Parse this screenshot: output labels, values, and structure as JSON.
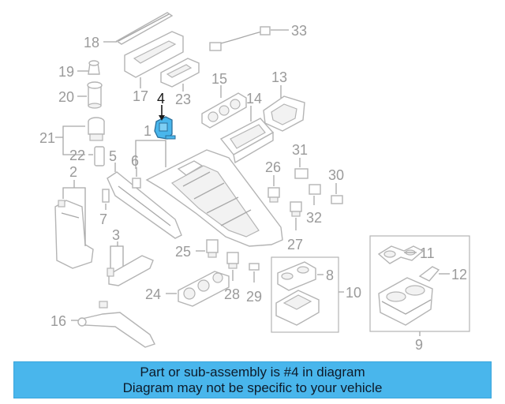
{
  "callouts": {
    "c1": "1",
    "c2": "2",
    "c3": "3",
    "c4": "4",
    "c5": "5",
    "c6": "6",
    "c7": "7",
    "c8": "8",
    "c9": "9",
    "c10": "10",
    "c11": "11",
    "c12": "12",
    "c13": "13",
    "c14": "14",
    "c15": "15",
    "c16": "16",
    "c17": "17",
    "c18": "18",
    "c19": "19",
    "c20": "20",
    "c21": "21",
    "c22": "22",
    "c23": "23",
    "c24": "24",
    "c25": "25",
    "c26": "26",
    "c27": "27",
    "c28": "28",
    "c29": "29",
    "c30": "30",
    "c31": "31",
    "c32": "32",
    "c33": "33"
  },
  "highlight": {
    "part_number": "4",
    "color": "#49b6ec"
  },
  "banner": {
    "line1": "Part or sub-assembly is #4 in diagram",
    "line2": "Diagram may not be specific to your vehicle",
    "color": "#49b6ec"
  }
}
